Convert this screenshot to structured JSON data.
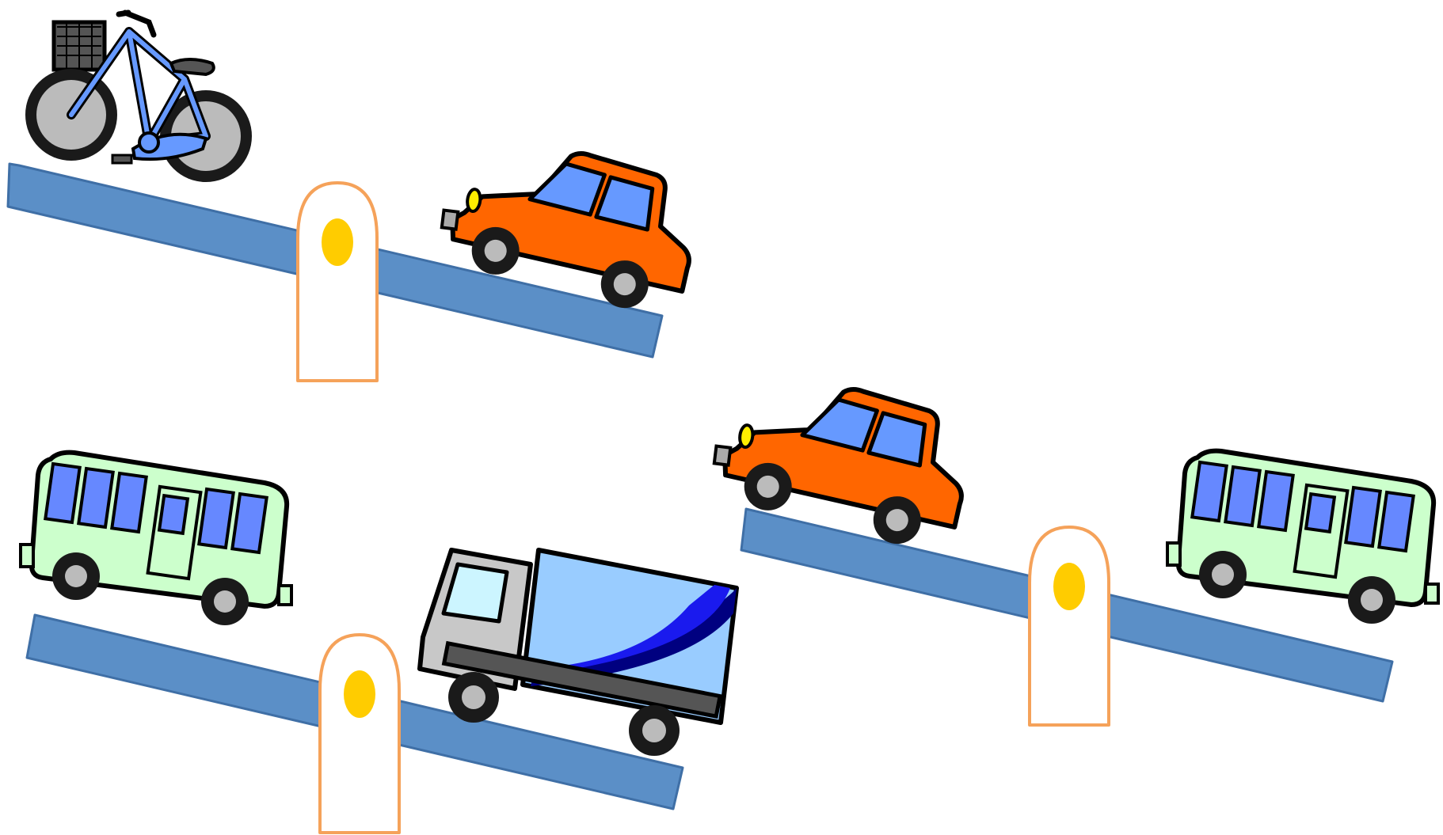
{
  "canvas": {
    "background": "#ffffff"
  },
  "colors": {
    "beam": "#5b8fc7",
    "beam_stroke": "#3f6fa6",
    "fulcrum_stroke": "#f5a25a",
    "fulcrum_fill": "#ffffff",
    "pivot": "#ffcc00",
    "car_body": "#ff6600",
    "car_window": "#6699ff",
    "bus_body": "#ccffcc",
    "bus_window": "#6688ff",
    "truck_cab": "#c8c8c8",
    "truck_box": "#99ccff",
    "truck_stripe_dark": "#000080",
    "truck_stripe_mid": "#1a1aee",
    "bicycle_frame": "#6699ff",
    "wheel_tire": "#1a1a1a",
    "wheel_hub": "#bbbbbb",
    "outline": "#000000"
  },
  "seesaws": [
    {
      "id": "top-left",
      "tilt": "left-side-up",
      "left_item": "bicycle",
      "right_item": "car"
    },
    {
      "id": "bottom-left",
      "tilt": "left-side-up",
      "left_item": "bus",
      "right_item": "truck"
    },
    {
      "id": "right",
      "tilt": "left-side-up",
      "left_item": "car",
      "right_item": "bus"
    }
  ]
}
